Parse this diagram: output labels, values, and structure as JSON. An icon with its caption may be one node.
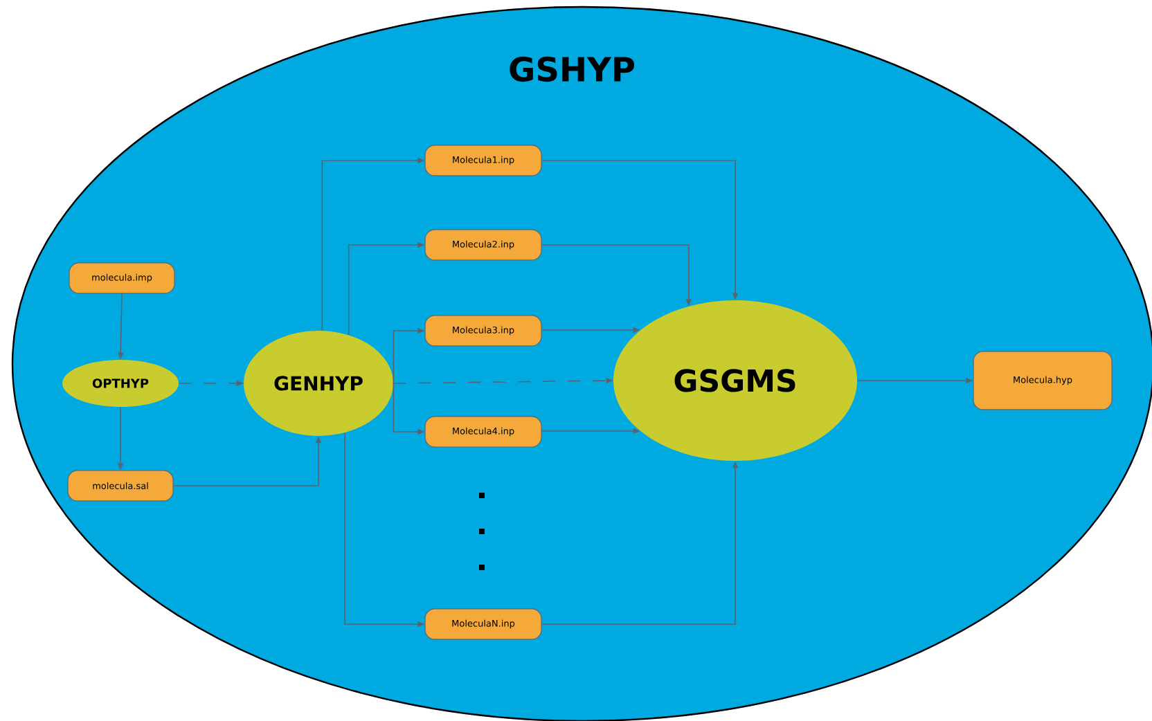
{
  "diagram": {
    "nodes": [
      {
        "text": [
          "GSHYP"
        ]
      },
      {
        "text": [
          "molecula.imp"
        ],
        "in": 0
      },
      {
        "text": [
          "OPTHYP"
        ],
        "in": 0
      },
      {
        "text": [
          "molecula.sal"
        ],
        "in": 0
      },
      {
        "text": [
          "GENHYP"
        ],
        "in": 0
      },
      {
        "text": [
          "Molecula1.inp"
        ],
        "in": 0
      },
      {
        "text": [
          "Molecula2.inp"
        ],
        "in": 0
      },
      {
        "text": [
          "Molecula3.inp"
        ],
        "in": 0
      },
      {
        "text": [
          "Molecula4.inp"
        ],
        "in": 0
      },
      {
        "text": [
          "MoleculaN.inp"
        ],
        "in": 0
      },
      {
        "text": [
          "GSGMS"
        ],
        "in": 0
      },
      {
        "text": [
          "Molecula.hyp"
        ],
        "in": 0
      }
    ],
    "edges": [
      {
        "from": 1,
        "to": 2,
        "arrow": "to"
      },
      {
        "from": 2,
        "to": 3,
        "arrow": "to"
      },
      {
        "from": 2,
        "to": 4,
        "arrow": "to",
        "style": "dashed"
      },
      {
        "from": 3,
        "to": 4,
        "arrow": "to"
      },
      {
        "from": 4,
        "to": 5,
        "arrow": "to"
      },
      {
        "from": 4,
        "to": 6,
        "arrow": "to"
      },
      {
        "from": 4,
        "to": 7,
        "arrow": "to"
      },
      {
        "from": 4,
        "to": 8,
        "arrow": "to"
      },
      {
        "from": 4,
        "to": 9,
        "arrow": "to"
      },
      {
        "from": 4,
        "to": 10,
        "arrow": "to",
        "style": "dashed"
      },
      {
        "from": 5,
        "to": 10,
        "arrow": "to"
      },
      {
        "from": 6,
        "to": 10,
        "arrow": "to"
      },
      {
        "from": 7,
        "to": 10,
        "arrow": "to"
      },
      {
        "from": 8,
        "to": 10,
        "arrow": "to"
      },
      {
        "from": 9,
        "to": 10,
        "arrow": "to"
      },
      {
        "from": 10,
        "to": 11,
        "arrow": "to"
      }
    ]
  }
}
